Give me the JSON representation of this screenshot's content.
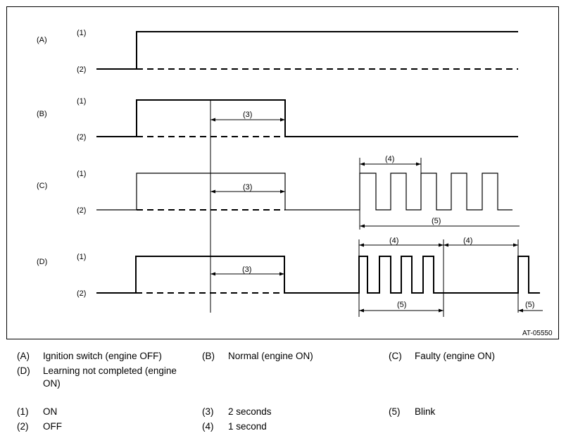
{
  "figure_code": "AT-05550",
  "graph_labels": [
    "(A)",
    "(B)",
    "(C)",
    "(D)"
  ],
  "level_labels": {
    "on": "(1)",
    "off": "(2)"
  },
  "interval_labels": {
    "two_seconds": "(3)",
    "one_second": "(4)",
    "blink": "(5)"
  },
  "legend": [
    {
      "key": "(A)",
      "text": "Ignition switch (engine OFF)"
    },
    {
      "key": "(B)",
      "text": "Normal (engine ON)"
    },
    {
      "key": "(C)",
      "text": "Faulty (engine ON)"
    },
    {
      "key": "(D)",
      "text": "Learning not completed (engine ON)"
    },
    {
      "key": "(1)",
      "text": "ON"
    },
    {
      "key": "(3)",
      "text": "2 seconds"
    },
    {
      "key": "(5)",
      "text": "Blink"
    },
    {
      "key": "(2)",
      "text": "OFF"
    },
    {
      "key": "(4)",
      "text": "1 second"
    }
  ]
}
